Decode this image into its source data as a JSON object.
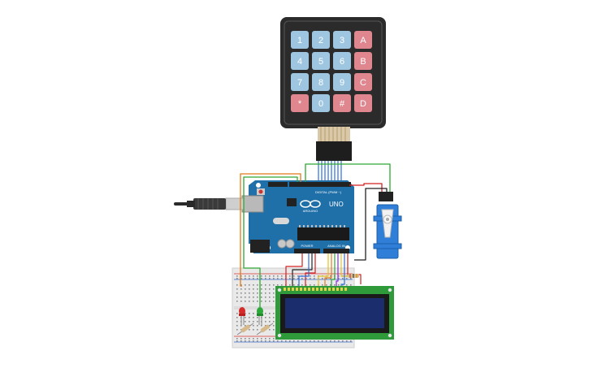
{
  "keypad": {
    "keys": [
      {
        "label": "1",
        "kind": "num"
      },
      {
        "label": "2",
        "kind": "num"
      },
      {
        "label": "3",
        "kind": "num"
      },
      {
        "label": "A",
        "kind": "fn"
      },
      {
        "label": "4",
        "kind": "num"
      },
      {
        "label": "5",
        "kind": "num"
      },
      {
        "label": "6",
        "kind": "num"
      },
      {
        "label": "B",
        "kind": "fn"
      },
      {
        "label": "7",
        "kind": "num"
      },
      {
        "label": "8",
        "kind": "num"
      },
      {
        "label": "9",
        "kind": "num"
      },
      {
        "label": "C",
        "kind": "fn"
      },
      {
        "label": "*",
        "kind": "fn"
      },
      {
        "label": "0",
        "kind": "num"
      },
      {
        "label": "#",
        "kind": "fn"
      },
      {
        "label": "D",
        "kind": "fn"
      }
    ]
  },
  "arduino": {
    "logo": "ARDUINO",
    "model": "UNO",
    "digital_label": "DIGITAL (PWM ~)",
    "power_label": "POWER",
    "analog_label": "ANALOG IN"
  },
  "colors": {
    "keypad_body": "#2b2b2b",
    "key_num": "#9fc6e0",
    "key_fn": "#e0868f",
    "board": "#1f6fa8",
    "lcd_pcb": "#2e9a3a",
    "lcd_screen": "#1c2d6e",
    "servo": "#2f7ed8",
    "breadboard": "#e9e9e9"
  }
}
